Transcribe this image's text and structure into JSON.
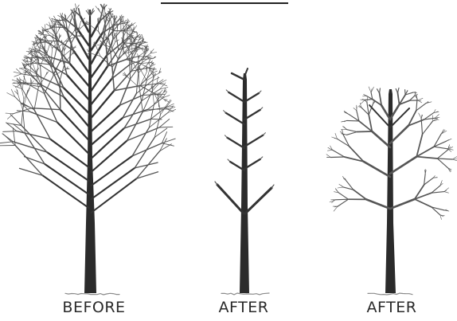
{
  "panels": [
    {
      "id": "before",
      "caption": "BEFORE"
    },
    {
      "id": "after-central-leader",
      "caption": "AFTER"
    },
    {
      "id": "after-thinned",
      "caption": "AFTER"
    }
  ],
  "colors": {
    "trunk": "#2b2b2b",
    "branch": "#333333",
    "twig": "#555555",
    "ground": "#8a8a8a",
    "caption": "#2a2a2a"
  }
}
